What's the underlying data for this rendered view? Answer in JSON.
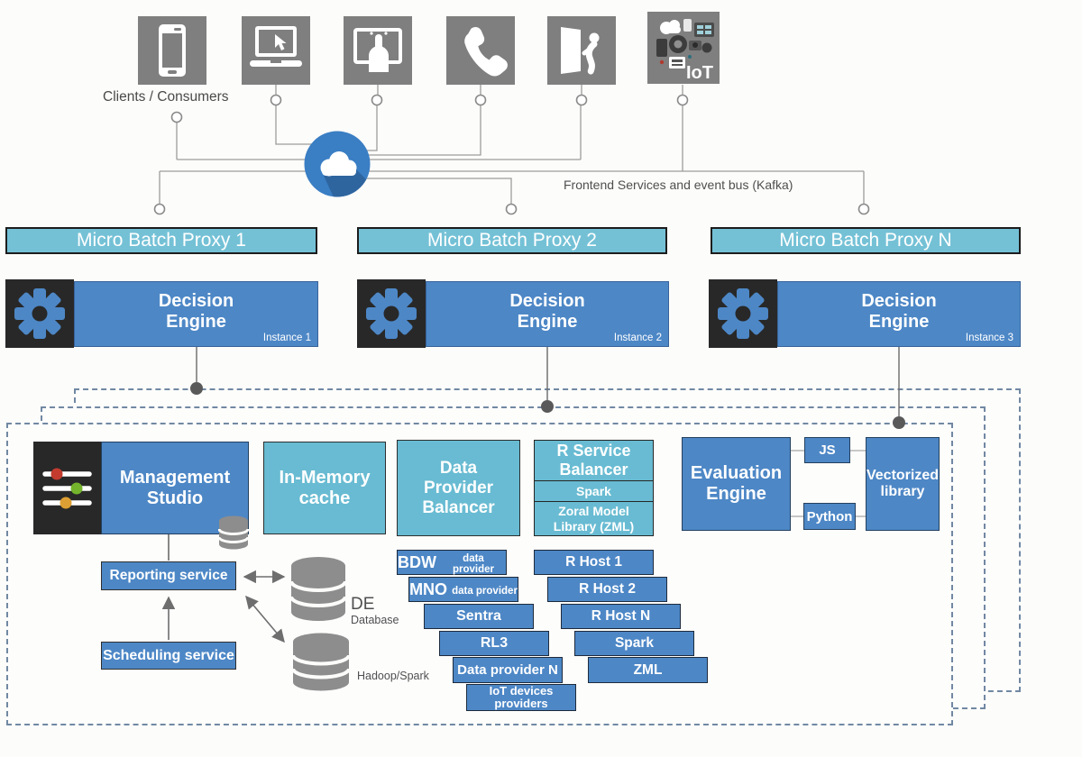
{
  "clients": {
    "label": "Clients / Consumers",
    "icons": [
      "smartphone",
      "laptop",
      "tablet-touch",
      "phone-handset",
      "door-person",
      "iot-devices"
    ],
    "iot_label": "IoT"
  },
  "bus": {
    "label": "Frontend Services and event bus (Kafka)"
  },
  "proxies": [
    {
      "label": "Micro Batch Proxy 1"
    },
    {
      "label": "Micro Batch Proxy 2"
    },
    {
      "label": "Micro Batch Proxy N"
    }
  ],
  "engines": [
    {
      "title": "Decision\nEngine",
      "instance": "Instance 1"
    },
    {
      "title": "Decision\nEngine",
      "instance": "Instance 2"
    },
    {
      "title": "Decision\nEngine",
      "instance": "Instance 3"
    }
  ],
  "platform": {
    "management_studio": {
      "label": "Management\nStudio"
    },
    "in_memory_cache": {
      "label": "In-Memory\ncache"
    },
    "data_provider_balancer": {
      "label": "Data\nProvider\nBalancer"
    },
    "r_service_balancer": {
      "label": "R Service\nBalancer",
      "spark": "Spark",
      "zml": "Zoral Model\nLibrary (ZML)"
    },
    "evaluation_engine": {
      "label": "Evaluation\nEngine"
    },
    "js": {
      "label": "JS"
    },
    "python": {
      "label": "Python"
    },
    "vectorized_library": {
      "label": "Vectorized\nlibrary"
    },
    "reporting_service": {
      "label": "Reporting service"
    },
    "scheduling_service": {
      "label": "Scheduling service"
    },
    "de_database": {
      "name": "DE",
      "type": "Database"
    },
    "hadoop": {
      "label": "Hadoop/Spark"
    },
    "data_providers": [
      {
        "name": "BDW",
        "suffix": "data provider"
      },
      {
        "name": "MNO",
        "suffix": "data provider"
      },
      {
        "name": "Sentra",
        "suffix": ""
      },
      {
        "name": "RL3",
        "suffix": ""
      },
      {
        "name": "Data provider N",
        "suffix": ""
      },
      {
        "name": "IoT devices\nproviders",
        "suffix": ""
      }
    ],
    "r_hosts": [
      {
        "name": "R Host 1"
      },
      {
        "name": "R Host 2"
      },
      {
        "name": "R Host N"
      },
      {
        "name": "Spark"
      },
      {
        "name": "ZML"
      }
    ]
  },
  "colors": {
    "tile_gray": "#7f7f7f",
    "proxy_teal": "#74c1d6",
    "platform_teal": "#68bbd2",
    "block_blue": "#4d87c6",
    "panel_dark": "#282828",
    "dashed_border": "#7188a3",
    "wire_gray": "#9c9c9c",
    "arrow_gray": "#6e6e6e",
    "cylinder_gray": "#8d8d8d",
    "cloud_blue": "#3a7ec4"
  }
}
